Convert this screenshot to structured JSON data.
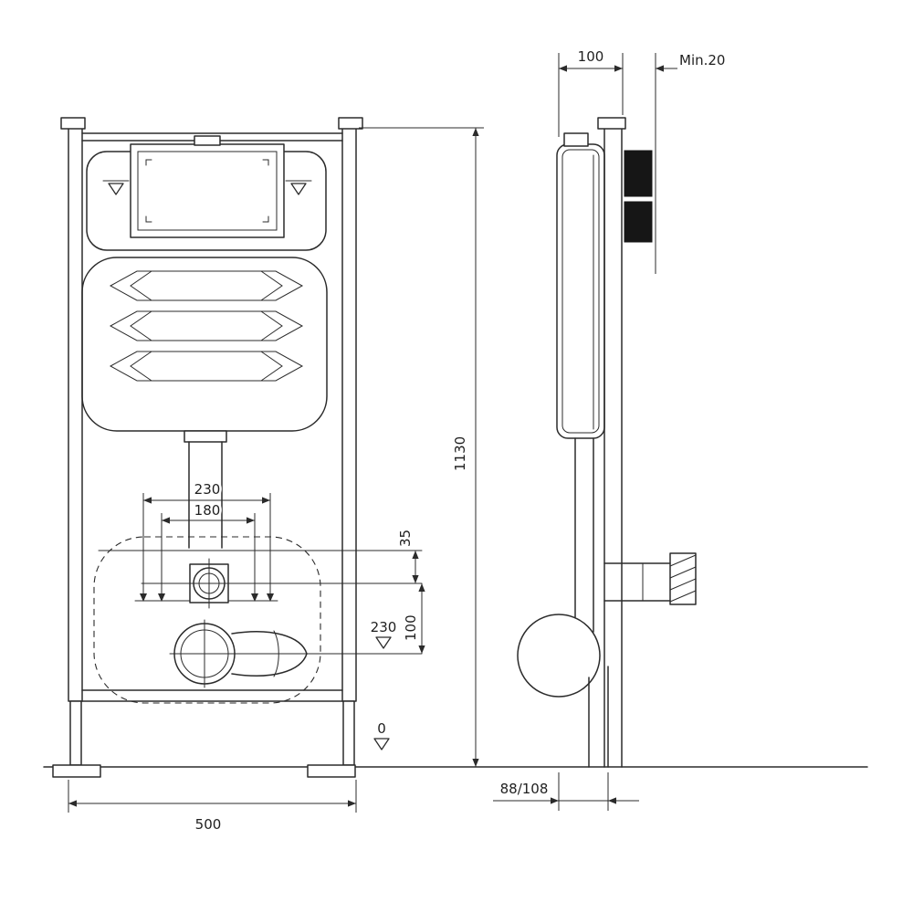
{
  "page": {
    "background": "#ffffff",
    "line_color": "#2b2b2b"
  },
  "front_view": {
    "dim_width": "500",
    "dim_height": "1130",
    "dim_bolt_spacing_outer": "230",
    "dim_bolt_spacing_inner": "180",
    "dim_inlet_drop": "35",
    "dim_outlet_height": "230",
    "dim_inlet_to_outlet": "100",
    "floor_level": "0"
  },
  "side_view": {
    "dim_depth": "100",
    "dim_wall_clearance": "Min.20",
    "dim_outlet_pipe": "88/108"
  },
  "symbols": {
    "datum_triangle": "open triangle down",
    "level_mark": "open triangle down with bar"
  }
}
